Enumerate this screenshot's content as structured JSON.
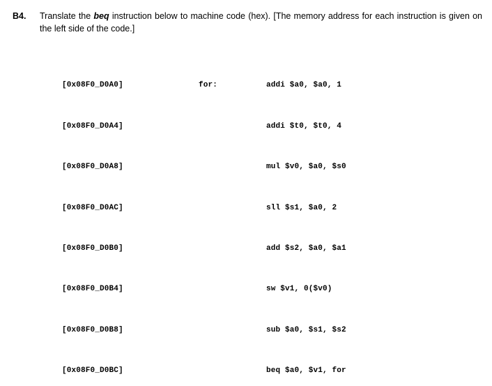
{
  "question": {
    "number": "B4.",
    "text_before_emph": "Translate the ",
    "emph": "beq",
    "text_after_emph": " instruction below to machine code (hex). [The memory address for each instruction is given on the left side of the code.]"
  },
  "code_listing": {
    "rows": [
      {
        "address": "[0x08F0_D0A0]",
        "label": "for:",
        "instruction": "addi $a0, $a0, 1"
      },
      {
        "address": "[0x08F0_D0A4]",
        "label": "",
        "instruction": "addi $t0, $t0, 4"
      },
      {
        "address": "[0x08F0_D0A8]",
        "label": "",
        "instruction": "mul $v0, $a0, $s0"
      },
      {
        "address": "[0x08F0_D0AC]",
        "label": "",
        "instruction": "sll $s1, $a0, 2"
      },
      {
        "address": "[0x08F0_D0B0]",
        "label": "",
        "instruction": "add $s2, $a0, $a1"
      },
      {
        "address": "[0x08F0_D0B4]",
        "label": "",
        "instruction": "sw $v1, 0($v0)"
      },
      {
        "address": "[0x08F0_D0B8]",
        "label": "",
        "instruction": "sub $a0, $s1, $s2"
      },
      {
        "address": "[0x08F0_D0BC]",
        "label": "",
        "instruction": "beq $a0, $v1, for"
      }
    ]
  },
  "colors": {
    "page_background": "#ffffff",
    "text": "#000000"
  }
}
